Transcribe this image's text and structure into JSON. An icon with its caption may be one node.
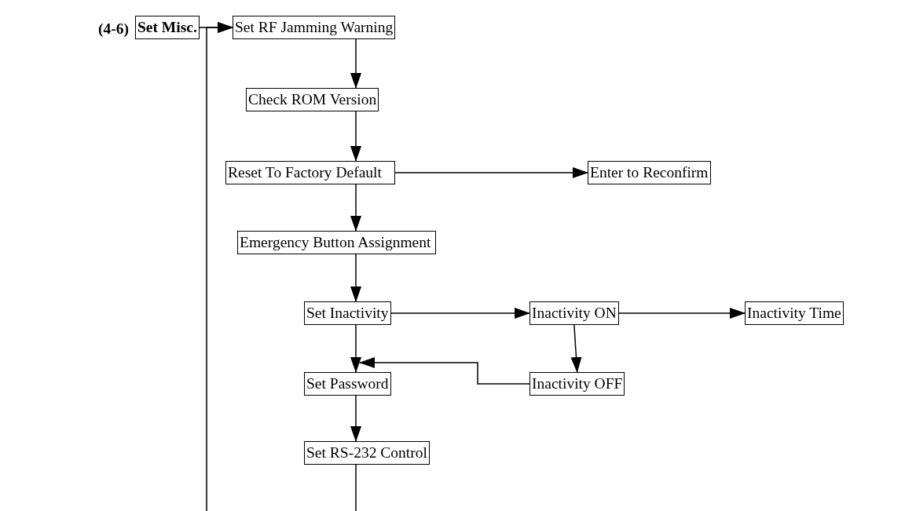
{
  "diagram": {
    "nodes": [
      {
        "text": [
          "Set Misc."
        ],
        "beside": [
          "(4-6)"
        ]
      },
      {
        "text": [
          "Set RF Jamming Warning"
        ]
      },
      {
        "text": [
          "Check ROM Version"
        ]
      },
      {
        "text": [
          "Reset To Factory Default"
        ]
      },
      {
        "text": [
          "Enter to Reconfirm"
        ]
      },
      {
        "text": [
          "Emergency Button Assignment"
        ]
      },
      {
        "text": [
          "Set Inactivity"
        ]
      },
      {
        "text": [
          "Inactivity ON"
        ]
      },
      {
        "text": [
          "Inactivity Time"
        ]
      },
      {
        "text": [
          "Inactivity OFF"
        ]
      },
      {
        "text": [
          "Set Password"
        ]
      },
      {
        "text": [
          "Set RS-232 Control"
        ]
      }
    ],
    "edges": [
      {
        "from": 0,
        "to": 1,
        "arrow": "to"
      },
      {
        "from": 1,
        "to": 2,
        "arrow": "to"
      },
      {
        "from": 2,
        "to": 3,
        "arrow": "to"
      },
      {
        "from": 3,
        "to": 4,
        "arrow": "to"
      },
      {
        "from": 3,
        "to": 5,
        "arrow": "to"
      },
      {
        "from": 5,
        "to": 6,
        "arrow": "to"
      },
      {
        "from": 6,
        "to": 7,
        "arrow": "to"
      },
      {
        "from": 7,
        "to": 8,
        "arrow": "to"
      },
      {
        "from": 7,
        "to": 9,
        "arrow": "to"
      },
      {
        "from": 6,
        "to": 10,
        "arrow": "to"
      },
      {
        "from": 9,
        "to": 10,
        "arrow": "to"
      },
      {
        "from": 10,
        "to": 11,
        "arrow": "to"
      },
      {
        "from": 11,
        "to": 1,
        "arrow": "to"
      }
    ]
  }
}
